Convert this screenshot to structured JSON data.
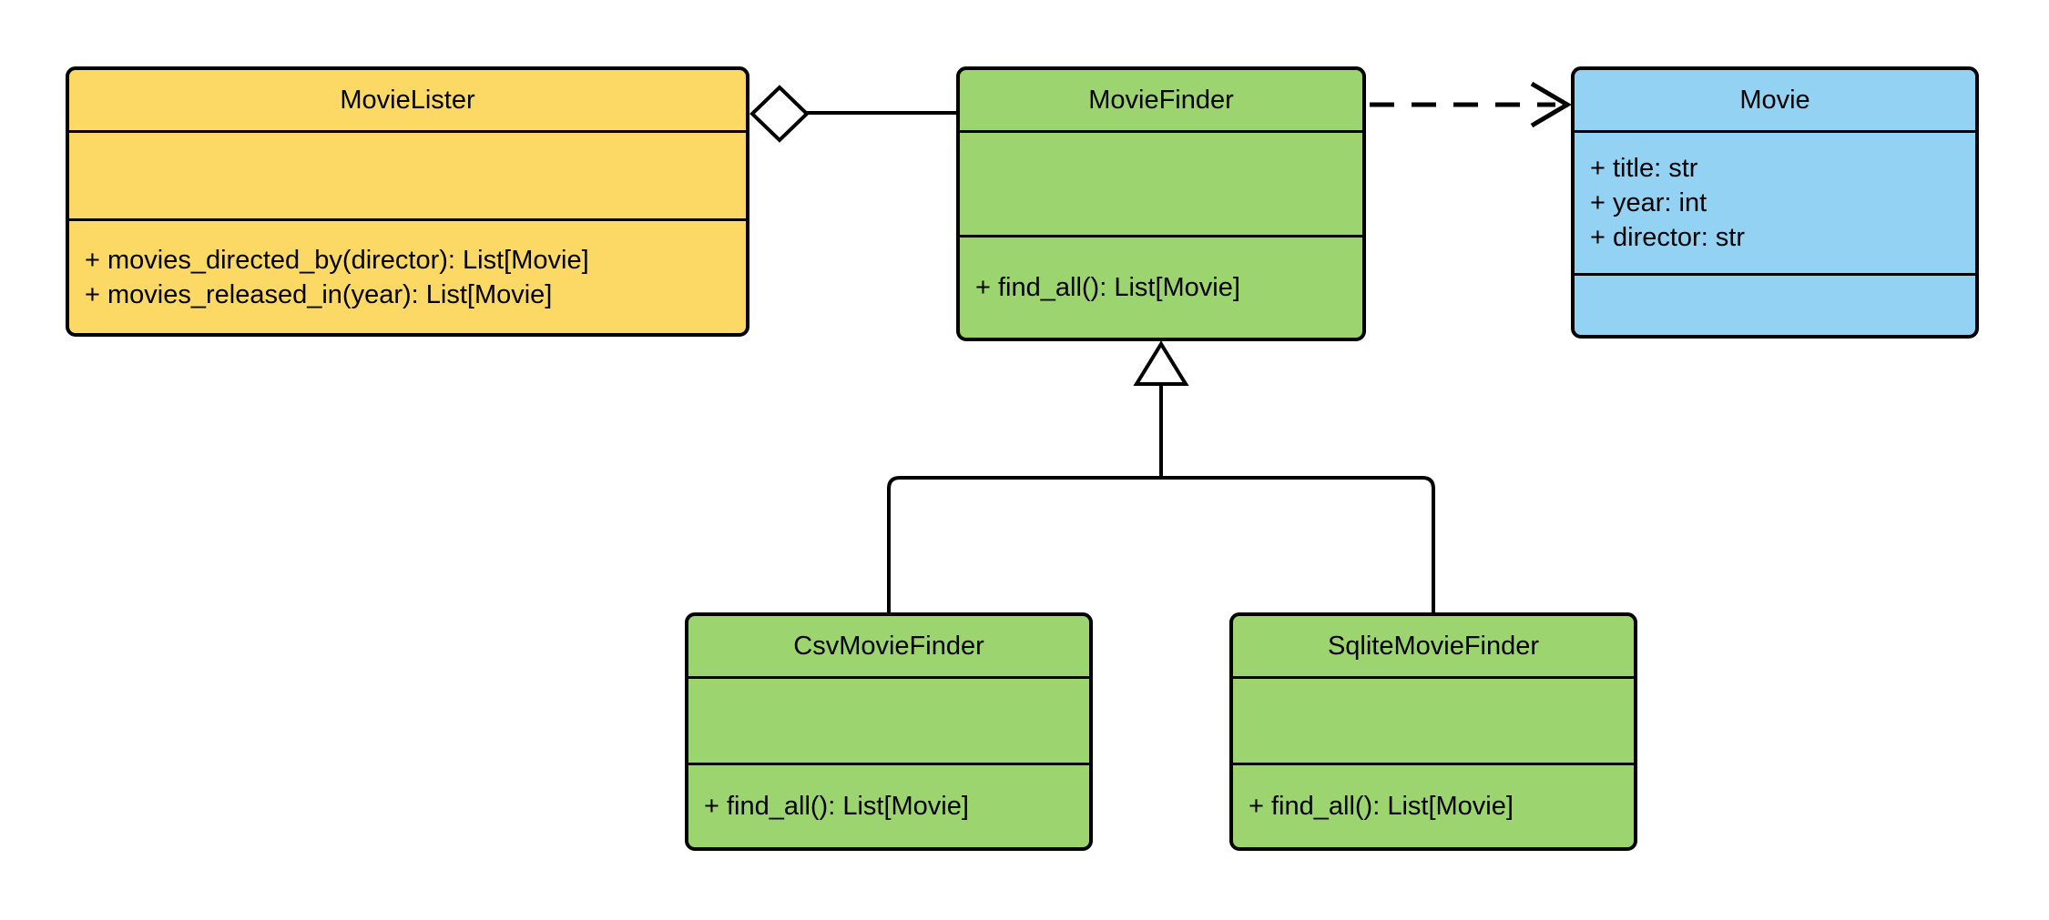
{
  "diagram": {
    "kind": "uml-class-diagram",
    "classes": [
      {
        "name": "MovieLister",
        "attributes": [],
        "methods": [
          "+ movies_directed_by(director): List[Movie]",
          "+ movies_released_in(year): List[Movie]"
        ],
        "fill": "#FBD964"
      },
      {
        "name": "MovieFinder",
        "attributes": [],
        "methods": [
          "+ find_all(): List[Movie]"
        ],
        "fill": "#9CD570"
      },
      {
        "name": "Movie",
        "attributes": [
          "+ title: str",
          "+ year: int",
          "+ director: str"
        ],
        "methods": [],
        "fill": "#94D2F3"
      },
      {
        "name": "CsvMovieFinder",
        "attributes": [],
        "methods": [
          "+ find_all(): List[Movie]"
        ],
        "fill": "#9CD570"
      },
      {
        "name": "SqliteMovieFinder",
        "attributes": [],
        "methods": [
          "+ find_all(): List[Movie]"
        ],
        "fill": "#9CD570"
      }
    ],
    "relationships": [
      {
        "type": "aggregation",
        "from": "MovieLister",
        "to": "MovieFinder",
        "marker": "hollow-diamond",
        "line": "solid"
      },
      {
        "type": "dependency",
        "from": "MovieFinder",
        "to": "Movie",
        "marker": "open-arrow",
        "line": "dashed"
      },
      {
        "type": "generalization",
        "from": "CsvMovieFinder",
        "to": "MovieFinder",
        "marker": "hollow-triangle",
        "line": "solid"
      },
      {
        "type": "generalization",
        "from": "SqliteMovieFinder",
        "to": "MovieFinder",
        "marker": "hollow-triangle",
        "line": "solid"
      }
    ],
    "colors": {
      "background": "#FFFFFF",
      "stroke": "#000000",
      "text": "#000000",
      "class_yellow": "#FBD964",
      "class_green": "#9CD570",
      "class_blue": "#94D2F3"
    }
  }
}
